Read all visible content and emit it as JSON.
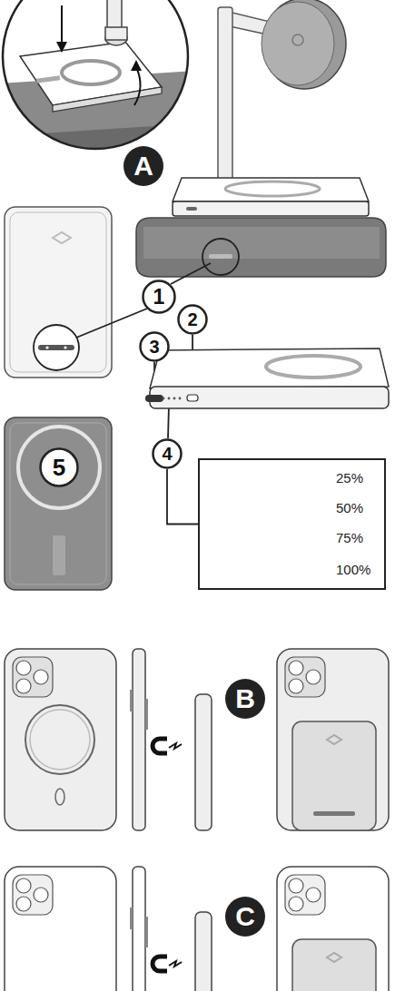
{
  "diagram": {
    "nodes": [
      {
        "text": [
          "A"
        ]
      },
      {
        "text": [
          "1"
        ]
      },
      {
        "text": [
          "2"
        ]
      },
      {
        "text": [
          "3"
        ]
      },
      {
        "text": [
          "4"
        ]
      },
      {
        "text": [
          "25%",
          "50%",
          "75%",
          "100%"
        ]
      },
      {
        "text": [
          "5"
        ]
      },
      {
        "text": [
          "B"
        ]
      },
      {
        "text": [
          "C"
        ]
      }
    ],
    "edges": [
      {
        "from": 4,
        "to": 5,
        "arrow": "none"
      }
    ]
  }
}
